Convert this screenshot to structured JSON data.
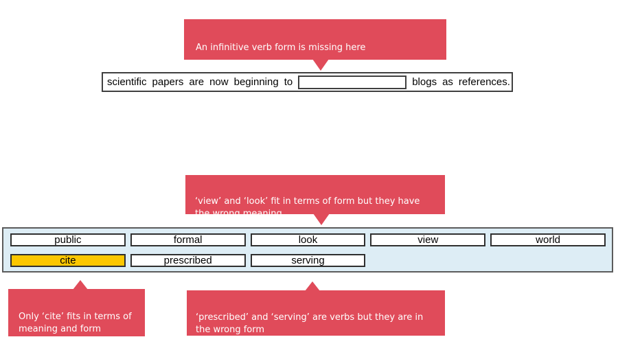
{
  "colors": {
    "callout_red": "#e04b5a",
    "highlight_yellow": "#fcc700",
    "bank_background": "#ddedf5"
  },
  "callouts": {
    "top": {
      "text": "An infinitive verb form is missing here"
    },
    "middle": {
      "text": "‘view’ and ‘look’ fit in terms of form but they have\nthe wrong meaning"
    },
    "bottom_left": {
      "text": "Only ‘cite’ fits in terms of\nmeaning and form"
    },
    "bottom_middle": {
      "text": "‘prescribed’ and ‘serving’ are verbs but they are in\nthe wrong form"
    }
  },
  "sentence": {
    "words_before": [
      "scientific",
      "papers",
      "are",
      "now",
      "beginning",
      "to"
    ],
    "blank_value": "",
    "words_after": [
      "blogs",
      "as",
      "references."
    ]
  },
  "word_bank": {
    "rows": [
      [
        {
          "label": "public",
          "highlighted": false
        },
        {
          "label": "formal",
          "highlighted": false
        },
        {
          "label": "look",
          "highlighted": false
        },
        {
          "label": "view",
          "highlighted": false
        },
        {
          "label": "world",
          "highlighted": false
        }
      ],
      [
        {
          "label": "cite",
          "highlighted": true
        },
        {
          "label": "prescribed",
          "highlighted": false
        },
        {
          "label": "serving",
          "highlighted": false
        }
      ]
    ]
  }
}
